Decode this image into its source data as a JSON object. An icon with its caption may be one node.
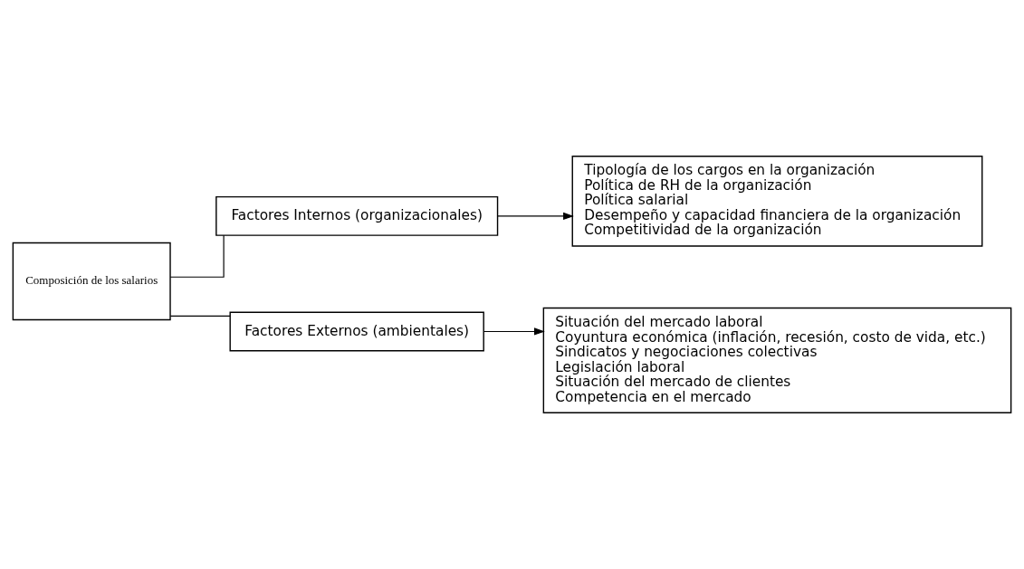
{
  "diagram": {
    "nodes": [
      {
        "text": [
          "Composición de los salarios"
        ]
      },
      {
        "text": [
          "Factores Internos (organizacionales)"
        ]
      },
      {
        "text": [
          "Factores Externos (ambientales)"
        ]
      },
      {
        "text": [
          "Tipología de los cargos en la organización",
          "Política de RH de la organización",
          "Política salarial",
          "Desempeño y capacidad financiera de la organización",
          "Competitividad de la organización"
        ]
      },
      {
        "text": [
          "Situación del mercado laboral",
          "Coyuntura económica (inflación, recesión, costo de vida, etc.)",
          "Sindicatos y negociaciones colectivas",
          "Legislación laboral",
          "Situación del mercado de clientes",
          "Competencia en el mercado"
        ]
      }
    ],
    "edges": [
      {
        "from": 0,
        "to": 1,
        "arrow": "none"
      },
      {
        "from": 0,
        "to": 2,
        "arrow": "none"
      },
      {
        "from": 1,
        "to": 3,
        "arrow": "to"
      },
      {
        "from": 2,
        "to": 4,
        "arrow": "to"
      }
    ]
  }
}
